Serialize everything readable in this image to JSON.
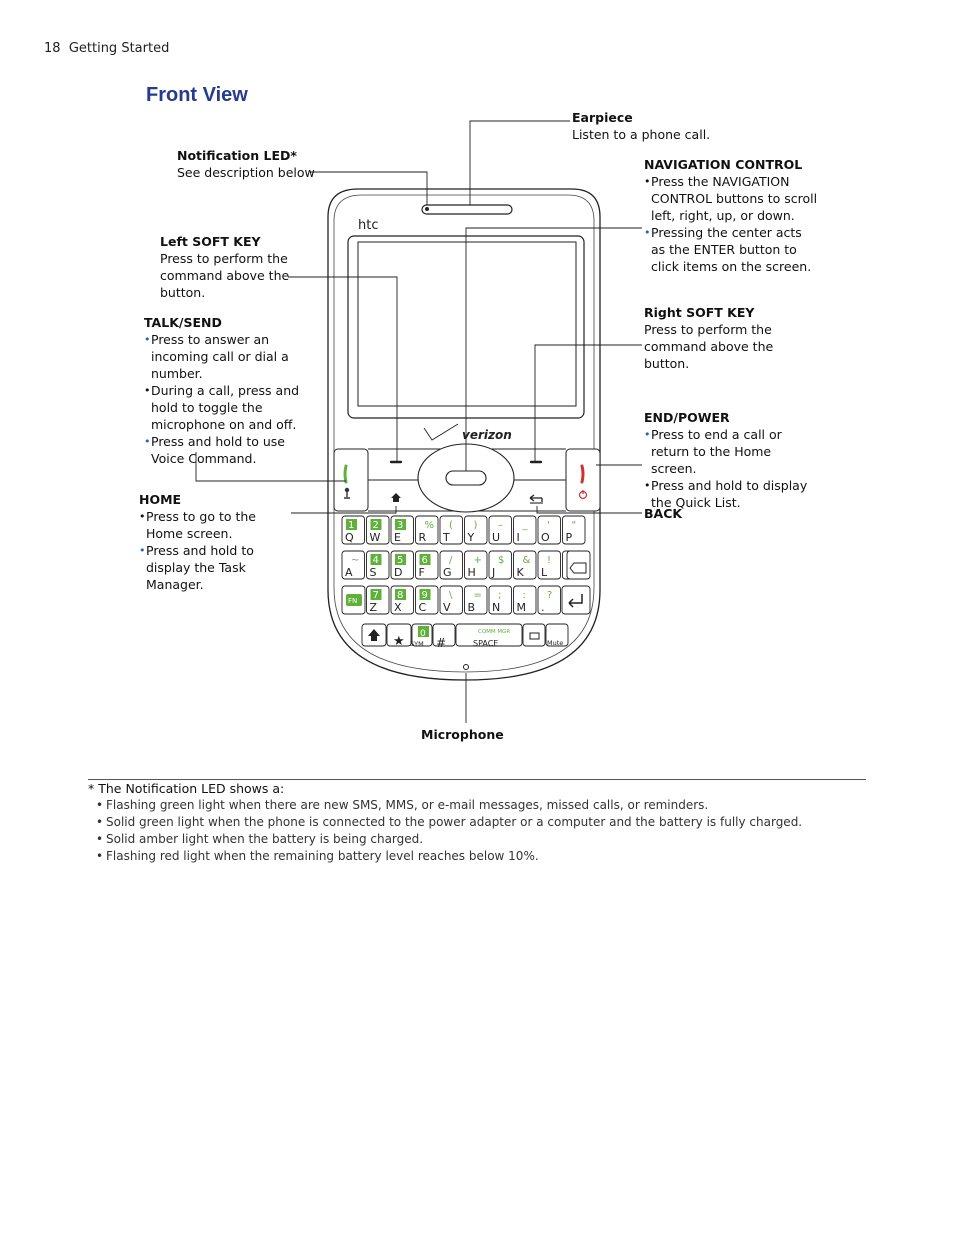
{
  "header": {
    "page_number": "18",
    "section": "Getting Started"
  },
  "title": "Front View",
  "callouts": {
    "earpiece": {
      "heading": "Earpiece",
      "text": "Listen to a phone call."
    },
    "notification_led": {
      "heading": "Notification LED*",
      "text": "See description below"
    },
    "navigation_control": {
      "heading": "NAVIGATION CONTROL",
      "items": [
        "Press the NAVIGATION CONTROL buttons to scroll left, right, up, or down.",
        "Pressing the center acts as the ENTER button to click items on the screen."
      ]
    },
    "left_soft_key": {
      "heading": "Left SOFT KEY",
      "text": "Press to perform the command above the button."
    },
    "talk_send": {
      "heading": "TALK/SEND",
      "items": [
        "Press to answer an incoming call or dial a number.",
        "During a call, press and hold to toggle the microphone on and off.",
        "Press and hold to use Voice Command."
      ]
    },
    "right_soft_key": {
      "heading": "Right SOFT KEY",
      "text": "Press to perform the command above the button."
    },
    "end_power": {
      "heading": "END/POWER",
      "items": [
        "Press to end a call or return to the Home screen.",
        "Press and hold to display the Quick List."
      ]
    },
    "home": {
      "heading": "HOME",
      "items": [
        "Press to go to the Home screen.",
        "Press and hold to display the Task Manager."
      ]
    },
    "back": {
      "heading": "BACK"
    },
    "microphone": {
      "heading": "Microphone"
    }
  },
  "phone": {
    "brand": "htc",
    "carrier": "verizon",
    "keyboard": {
      "row1": [
        "Q",
        "W",
        "E",
        "R",
        "T",
        "Y",
        "U",
        "I",
        "O",
        "P"
      ],
      "row1_alt": [
        "1",
        "2",
        "3",
        "%",
        "(",
        ")",
        "–",
        "_",
        "'",
        "\""
      ],
      "row2": [
        "A",
        "S",
        "D",
        "F",
        "G",
        "H",
        "J",
        "K",
        "L",
        ","
      ],
      "row2_alt": [
        "~",
        "4",
        "5",
        "6",
        "/",
        "+",
        "$",
        "&",
        "!",
        "@"
      ],
      "row3": [
        "Z",
        "X",
        "C",
        "V",
        "B",
        "N",
        "M",
        "."
      ],
      "row3_alt": [
        "7",
        "8",
        "9",
        "\\",
        "=",
        ";",
        ":",
        "?"
      ],
      "fn_label": "FN",
      "zero_label": "0",
      "sym_label": "SYM",
      "space_label": "SPACE",
      "comm_mgr_label": "COMM MGR",
      "mute_label": "Mute"
    },
    "accent_green": "#5fb13a",
    "accent_red": "#d0312d"
  },
  "footnote": {
    "title": "*  The Notification LED shows a:",
    "items": [
      "Flashing green light when there are new SMS, MMS, or e-mail messages, missed calls, or reminders.",
      "Solid green light when the phone is connected to the power adapter or a computer and the battery is fully charged.",
      "Solid amber light when the battery is being charged.",
      "Flashing red light when the remaining battery level reaches below 10%."
    ]
  }
}
